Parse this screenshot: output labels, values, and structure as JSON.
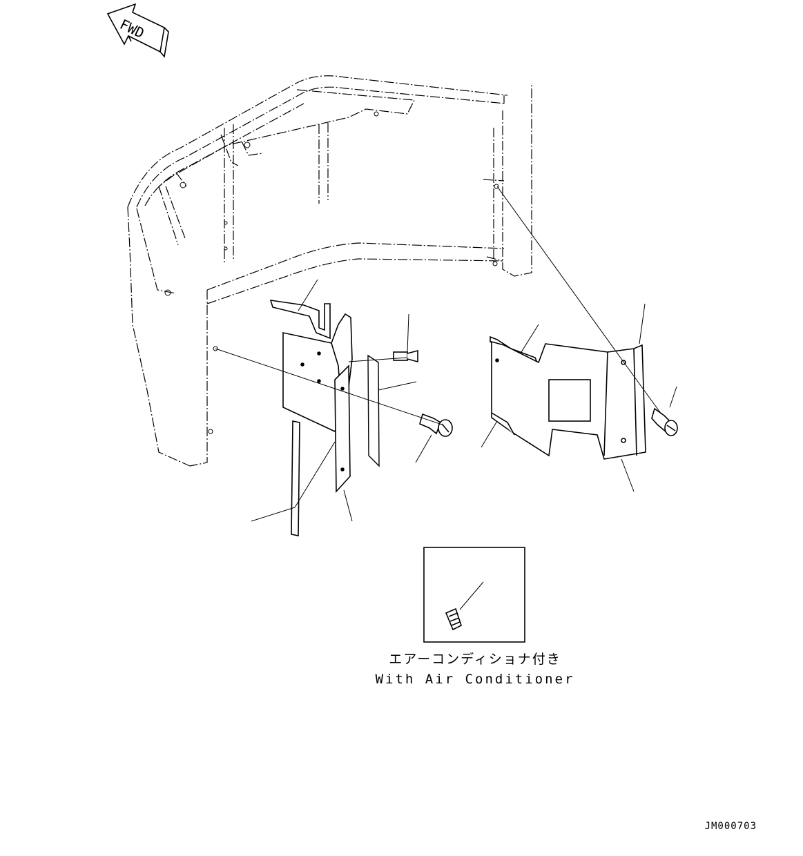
{
  "fwd_arrow": {
    "label": "FWD"
  },
  "inset": {
    "caption_jp": "エアーコンディショナ付き",
    "caption_en": "With Air Conditioner"
  },
  "document_id": "JM000703"
}
